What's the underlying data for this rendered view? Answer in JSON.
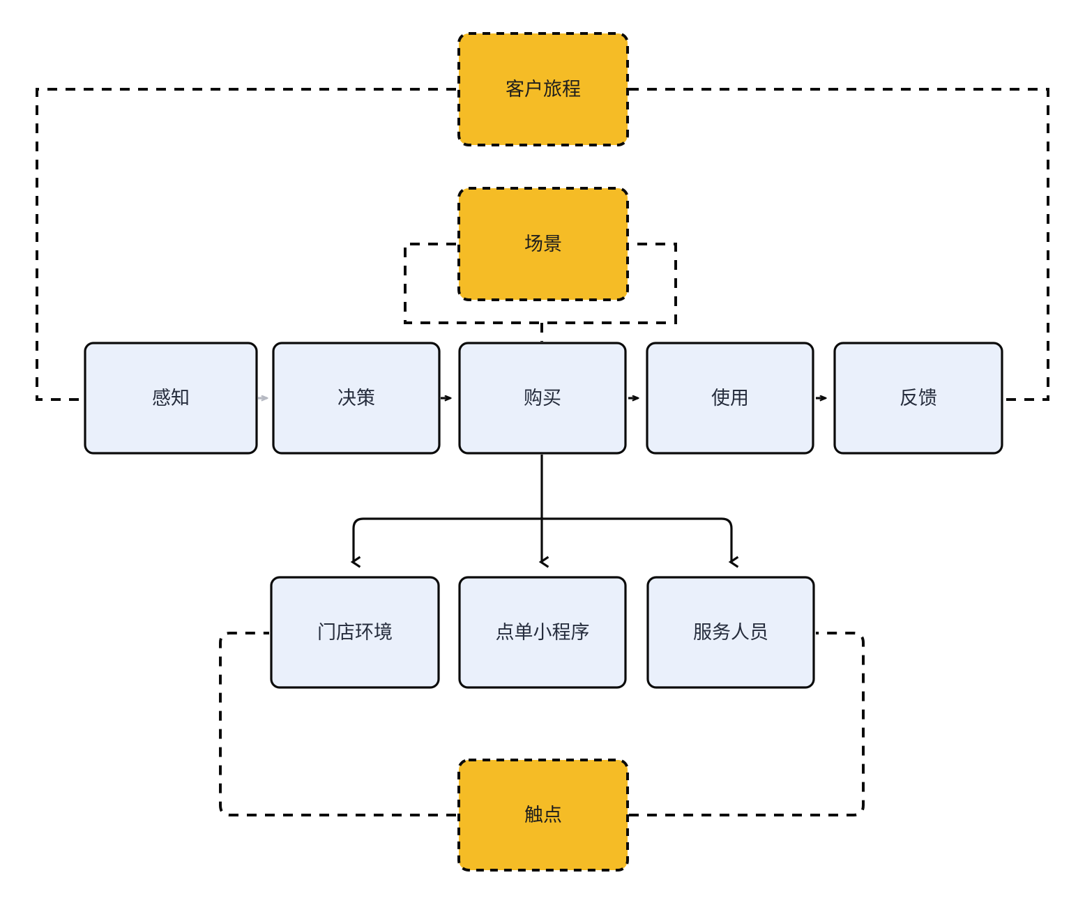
{
  "diagram": {
    "title_text": "客户旅程",
    "background_color": "#ffffff",
    "accent_color": "#f5bc26",
    "stage_fill_color": "#eaf0fb",
    "stroke_color": "#0b0b0b",
    "muted_arrow_color": "#b6b9c2",
    "text_color": "#252c3c"
  },
  "annotations": {
    "journey": {
      "label": "客户旅程"
    },
    "scenario": {
      "label": "场景"
    },
    "touchpoint": {
      "label": "触点"
    }
  },
  "journey_stages": [
    {
      "id": "awareness",
      "label": "感知"
    },
    {
      "id": "decision",
      "label": "决策"
    },
    {
      "id": "purchase",
      "label": "购买"
    },
    {
      "id": "usage",
      "label": "使用"
    },
    {
      "id": "feedback",
      "label": "反馈"
    }
  ],
  "touchpoints": [
    {
      "id": "store-environment",
      "label": "门店环境"
    },
    {
      "id": "ordering-miniprogram",
      "label": "点单小程序"
    },
    {
      "id": "service-staff",
      "label": "服务人员"
    }
  ],
  "stage_arrows": [
    {
      "from": "awareness",
      "to": "decision",
      "style": "muted"
    },
    {
      "from": "decision",
      "to": "purchase",
      "style": "solid"
    },
    {
      "from": "purchase",
      "to": "usage",
      "style": "solid"
    },
    {
      "from": "usage",
      "to": "feedback",
      "style": "solid"
    }
  ]
}
